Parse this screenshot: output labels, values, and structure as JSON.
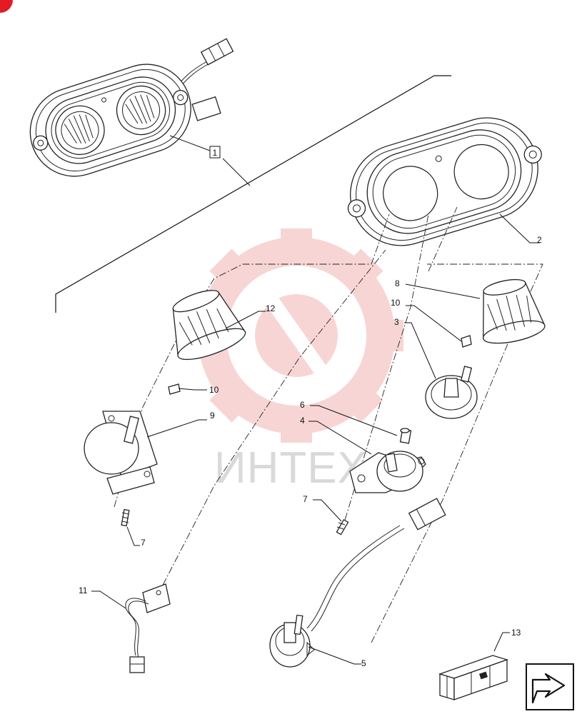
{
  "watermark": {
    "text": "ИНТЕХ"
  },
  "callouts": {
    "c1": "1",
    "c2": "2",
    "c3": "3",
    "c4": "4",
    "c5": "5",
    "c6": "6",
    "c7a": "7",
    "c7b": "7",
    "c8": "8",
    "c9": "9",
    "c10a": "10",
    "c10b": "10",
    "c11": "11",
    "c12": "12",
    "c13": "13"
  },
  "icons": {
    "corner_marker": "red-dot-icon",
    "kit_box": "crate-icon",
    "navigation": "return-arrow-icon"
  },
  "colors": {
    "line": "#222222",
    "watermark": "#f7c9c9",
    "corner_marker": "#e31b23"
  }
}
